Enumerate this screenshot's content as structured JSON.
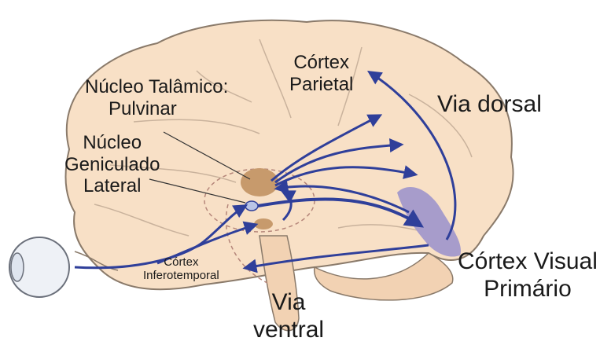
{
  "labels": {
    "cortex_parietal": [
      "Córtex",
      "Parietal"
    ],
    "nucleo_talamico": [
      "Núcleo Talâmico:",
      "Pulvinar"
    ],
    "nucleo_geniculado": [
      "Núcleo",
      "Geniculado",
      "Lateral"
    ],
    "cortex_inferotemporal": [
      "Córtex",
      "Inferotemporal"
    ],
    "via_dorsal": "Via dorsal",
    "via_ventral": [
      "Via",
      "ventral"
    ],
    "cortex_visual_primario": [
      "Córtex Visual",
      "Primário"
    ]
  },
  "colors": {
    "brain_fill": "#f8e0c6",
    "brain_outline": "#8a7a6a",
    "pathway_arrow": "#2f3f9a",
    "visual_cortex_fill": "#a79ccb",
    "thalamus_fill": "#c79a6c"
  }
}
